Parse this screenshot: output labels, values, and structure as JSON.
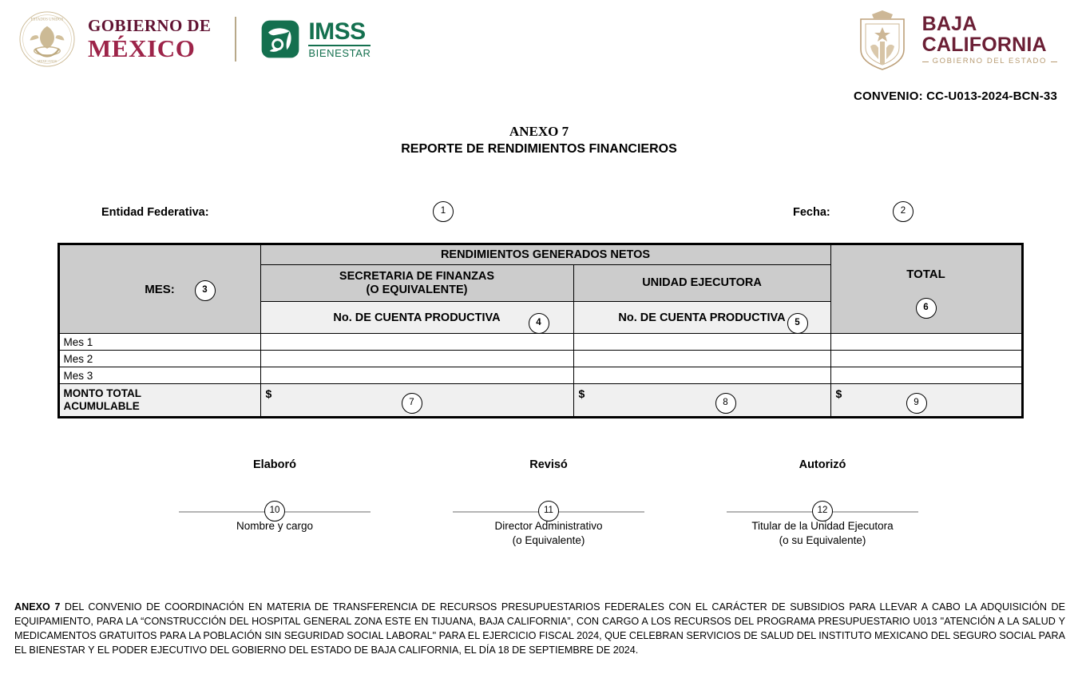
{
  "header": {
    "gobierno_line1": "GOBIERNO DE",
    "gobierno_line2": "MÉXICO",
    "imss_main": "IMSS",
    "imss_sub": "BIENESTAR",
    "bc_line1": "BAJA",
    "bc_line2": "CALIFORNIA",
    "bc_line3": "GOBIERNO DEL ESTADO",
    "convenio": "CONVENIO: CC-U013-2024-BCN-33",
    "colors": {
      "gobierno_dark": "#611232",
      "gobierno_accent": "#9d2449",
      "imss_green": "#14704f",
      "bc_maroon": "#6b1f35",
      "bc_gold": "#b79b72"
    }
  },
  "titles": {
    "anexo": "ANEXO 7",
    "reporte": "REPORTE DE RENDIMIENTOS FINANCIEROS"
  },
  "entity_row": {
    "entidad_label": "Entidad Federativa:",
    "entidad_marker": "1",
    "fecha_label": "Fecha:",
    "fecha_marker": "2"
  },
  "table": {
    "header": {
      "mes_label": "MES:",
      "mes_marker": "3",
      "rendimientos_label": "RENDIMIENTOS GENERADOS NETOS",
      "secretaria_line1": "SECRETARIA DE FINANZAS",
      "secretaria_line2": "(O EQUIVALENTE)",
      "unidad_label": "UNIDAD EJECUTORA",
      "cuenta_left": "No. DE CUENTA PRODUCTIVA",
      "cuenta_left_marker": "4",
      "cuenta_right": "No. DE CUENTA PRODUCTIVA",
      "cuenta_right_marker": "5",
      "total_label": "TOTAL",
      "total_marker": "6"
    },
    "rows": [
      {
        "label": "Mes 1",
        "secretaria": "",
        "unidad": "",
        "total": ""
      },
      {
        "label": "Mes 2",
        "secretaria": "",
        "unidad": "",
        "total": ""
      },
      {
        "label": "Mes 3",
        "secretaria": "",
        "unidad": "",
        "total": ""
      }
    ],
    "total_row": {
      "label_line1": "MONTO TOTAL",
      "label_line2": "ACUMULABLE",
      "currency_symbol": "$",
      "secretaria_marker": "7",
      "unidad_marker": "8",
      "total_marker": "9"
    }
  },
  "signatures": [
    {
      "title": "Elaboró",
      "marker": "10",
      "caption_line1": "Nombre y cargo",
      "caption_line2": ""
    },
    {
      "title": "Revisó",
      "marker": "11",
      "caption_line1": "Director Administrativo",
      "caption_line2": "(o Equivalente)"
    },
    {
      "title": "Autorizó",
      "marker": "12",
      "caption_line1": "Titular de la Unidad Ejecutora",
      "caption_line2": "(o su Equivalente)"
    }
  ],
  "footer": {
    "lead": "ANEXO 7",
    "body": " DEL CONVENIO DE COORDINACIÓN EN MATERIA DE TRANSFERENCIA DE RECURSOS PRESUPUESTARIOS FEDERALES CON EL CARÁCTER DE SUBSIDIOS PARA LLEVAR A CABO LA ADQUISICIÓN DE EQUIPAMIENTO, PARA LA “CONSTRUCCIÓN DEL  HOSPITAL GENERAL ZONA ESTE EN TIJUANA, BAJA CALIFORNIA”, CON CARGO A LOS RECURSOS DEL PROGRAMA PRESUPUESTARIO U013 \"ATENCIÓN A LA SALUD Y MEDICAMENTOS GRATUITOS PARA LA POBLACIÓN SIN SEGURIDAD SOCIAL LABORAL\" PARA EL EJERCICIO FISCAL 2024, QUE CELEBRAN SERVICIOS DE SALUD DEL INSTITUTO MEXICANO DEL SEGURO SOCIAL PARA EL BIENESTAR Y EL PODER EJECUTIVO DEL GOBIERNO DEL ESTADO DE BAJA CALIFORNIA, EL DÍA 18 DE SEPTIEMBRE DE 2024."
  }
}
